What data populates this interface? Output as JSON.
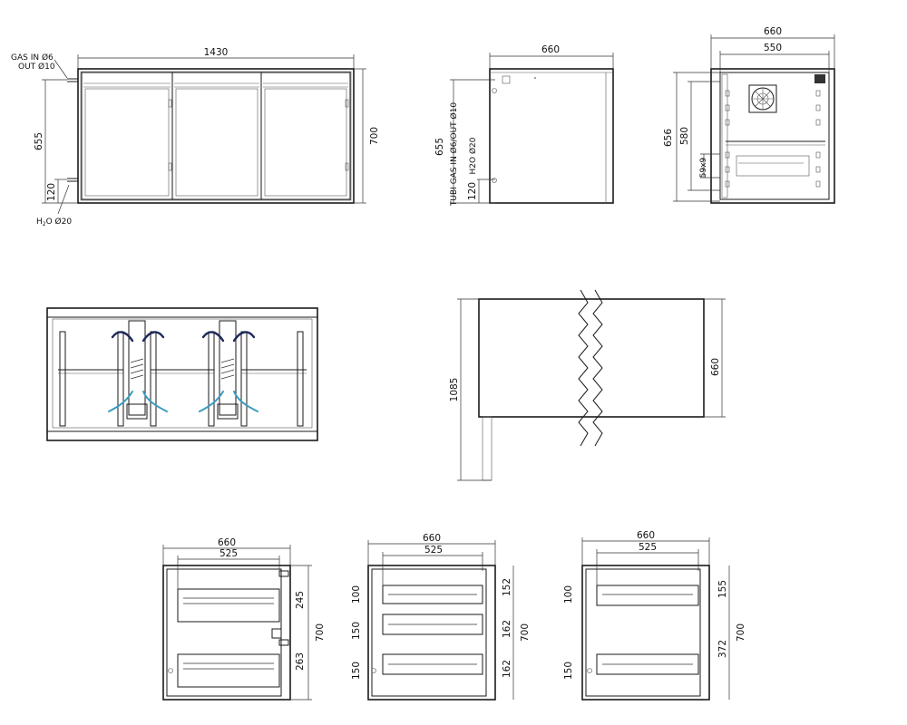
{
  "front_view": {
    "width": "1430",
    "height": "700",
    "upper_offset": "655",
    "lower_offset": "120",
    "gas_in": "GAS IN Ø6",
    "gas_out": "OUT Ø10",
    "h2o_a": "H",
    "h2o_sub": "2",
    "h2o_b": "O Ø20"
  },
  "side_view": {
    "width": "660",
    "height": "655",
    "lower": "120",
    "tubi": "TUBI GAS IN Ø6/OUT Ø10",
    "h2o": "H2O Ø20"
  },
  "interior_view": {
    "outer_width": "660",
    "inner_width": "550",
    "outer_height": "656",
    "inner_height": "580",
    "slot": "59x9"
  },
  "top_view": {
    "length": "1085",
    "depth": "660"
  },
  "drawer_views": [
    {
      "outer_width": "660",
      "inner_width": "525",
      "height": "700",
      "dim_upper": "245",
      "dim_lower": "263"
    },
    {
      "outer_width": "660",
      "inner_width": "525",
      "height": "700",
      "left_1": "100",
      "left_2": "150",
      "left_3": "150",
      "right_1": "152",
      "right_2": "162",
      "right_3": "162"
    },
    {
      "outer_width": "660",
      "inner_width": "525",
      "height": "700",
      "left_1": "100",
      "left_2": "150",
      "right_1": "155",
      "right_2": "372"
    }
  ],
  "colors": {
    "line": "#1a1a1a",
    "airflow_dark": "#1e2a5a",
    "airflow_light": "#3a9bbf"
  }
}
